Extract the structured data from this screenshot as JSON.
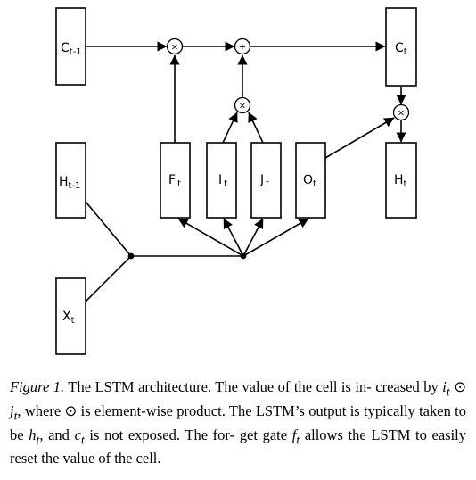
{
  "figure": {
    "boxes": {
      "c_prev": {
        "main": "C",
        "sub": "t-1"
      },
      "c_t": {
        "main": "C",
        "sub": "t"
      },
      "h_prev": {
        "main": "H",
        "sub": "t-1"
      },
      "f_t": {
        "main": "F",
        "sub": "t"
      },
      "i_t": {
        "main": "I",
        "sub": "t"
      },
      "j_t": {
        "main": "J",
        "sub": "t"
      },
      "o_t": {
        "main": "O",
        "sub": "t"
      },
      "h_t": {
        "main": "H",
        "sub": "t"
      },
      "x_t": {
        "main": "X",
        "sub": "t"
      }
    },
    "ops": {
      "multiply_forget": "×",
      "add": "+",
      "multiply_input": "×",
      "multiply_output": "×"
    }
  },
  "caption": {
    "label": "Figure 1.",
    "line1": "The LSTM architecture.  The value of the cell is in-",
    "line2_a": "creased by ",
    "line2_i": "i",
    "line2_t1": "t",
    "line2_odot": " ⊙ ",
    "line2_j": "j",
    "line2_t2": "t",
    "line2_b": ", where ⊙ is element-wise product. The LSTM’s",
    "line3_a": "output is typically taken to be ",
    "line3_h": "h",
    "line3_t1": "t",
    "line3_b": ", and ",
    "line3_c": "c",
    "line3_t2": "t",
    "line3_c2": " is not exposed. The for-",
    "line4_a": "get gate ",
    "line4_f": "f",
    "line4_t": "t",
    "line4_b": " allows the LSTM to easily reset the value of the cell."
  }
}
